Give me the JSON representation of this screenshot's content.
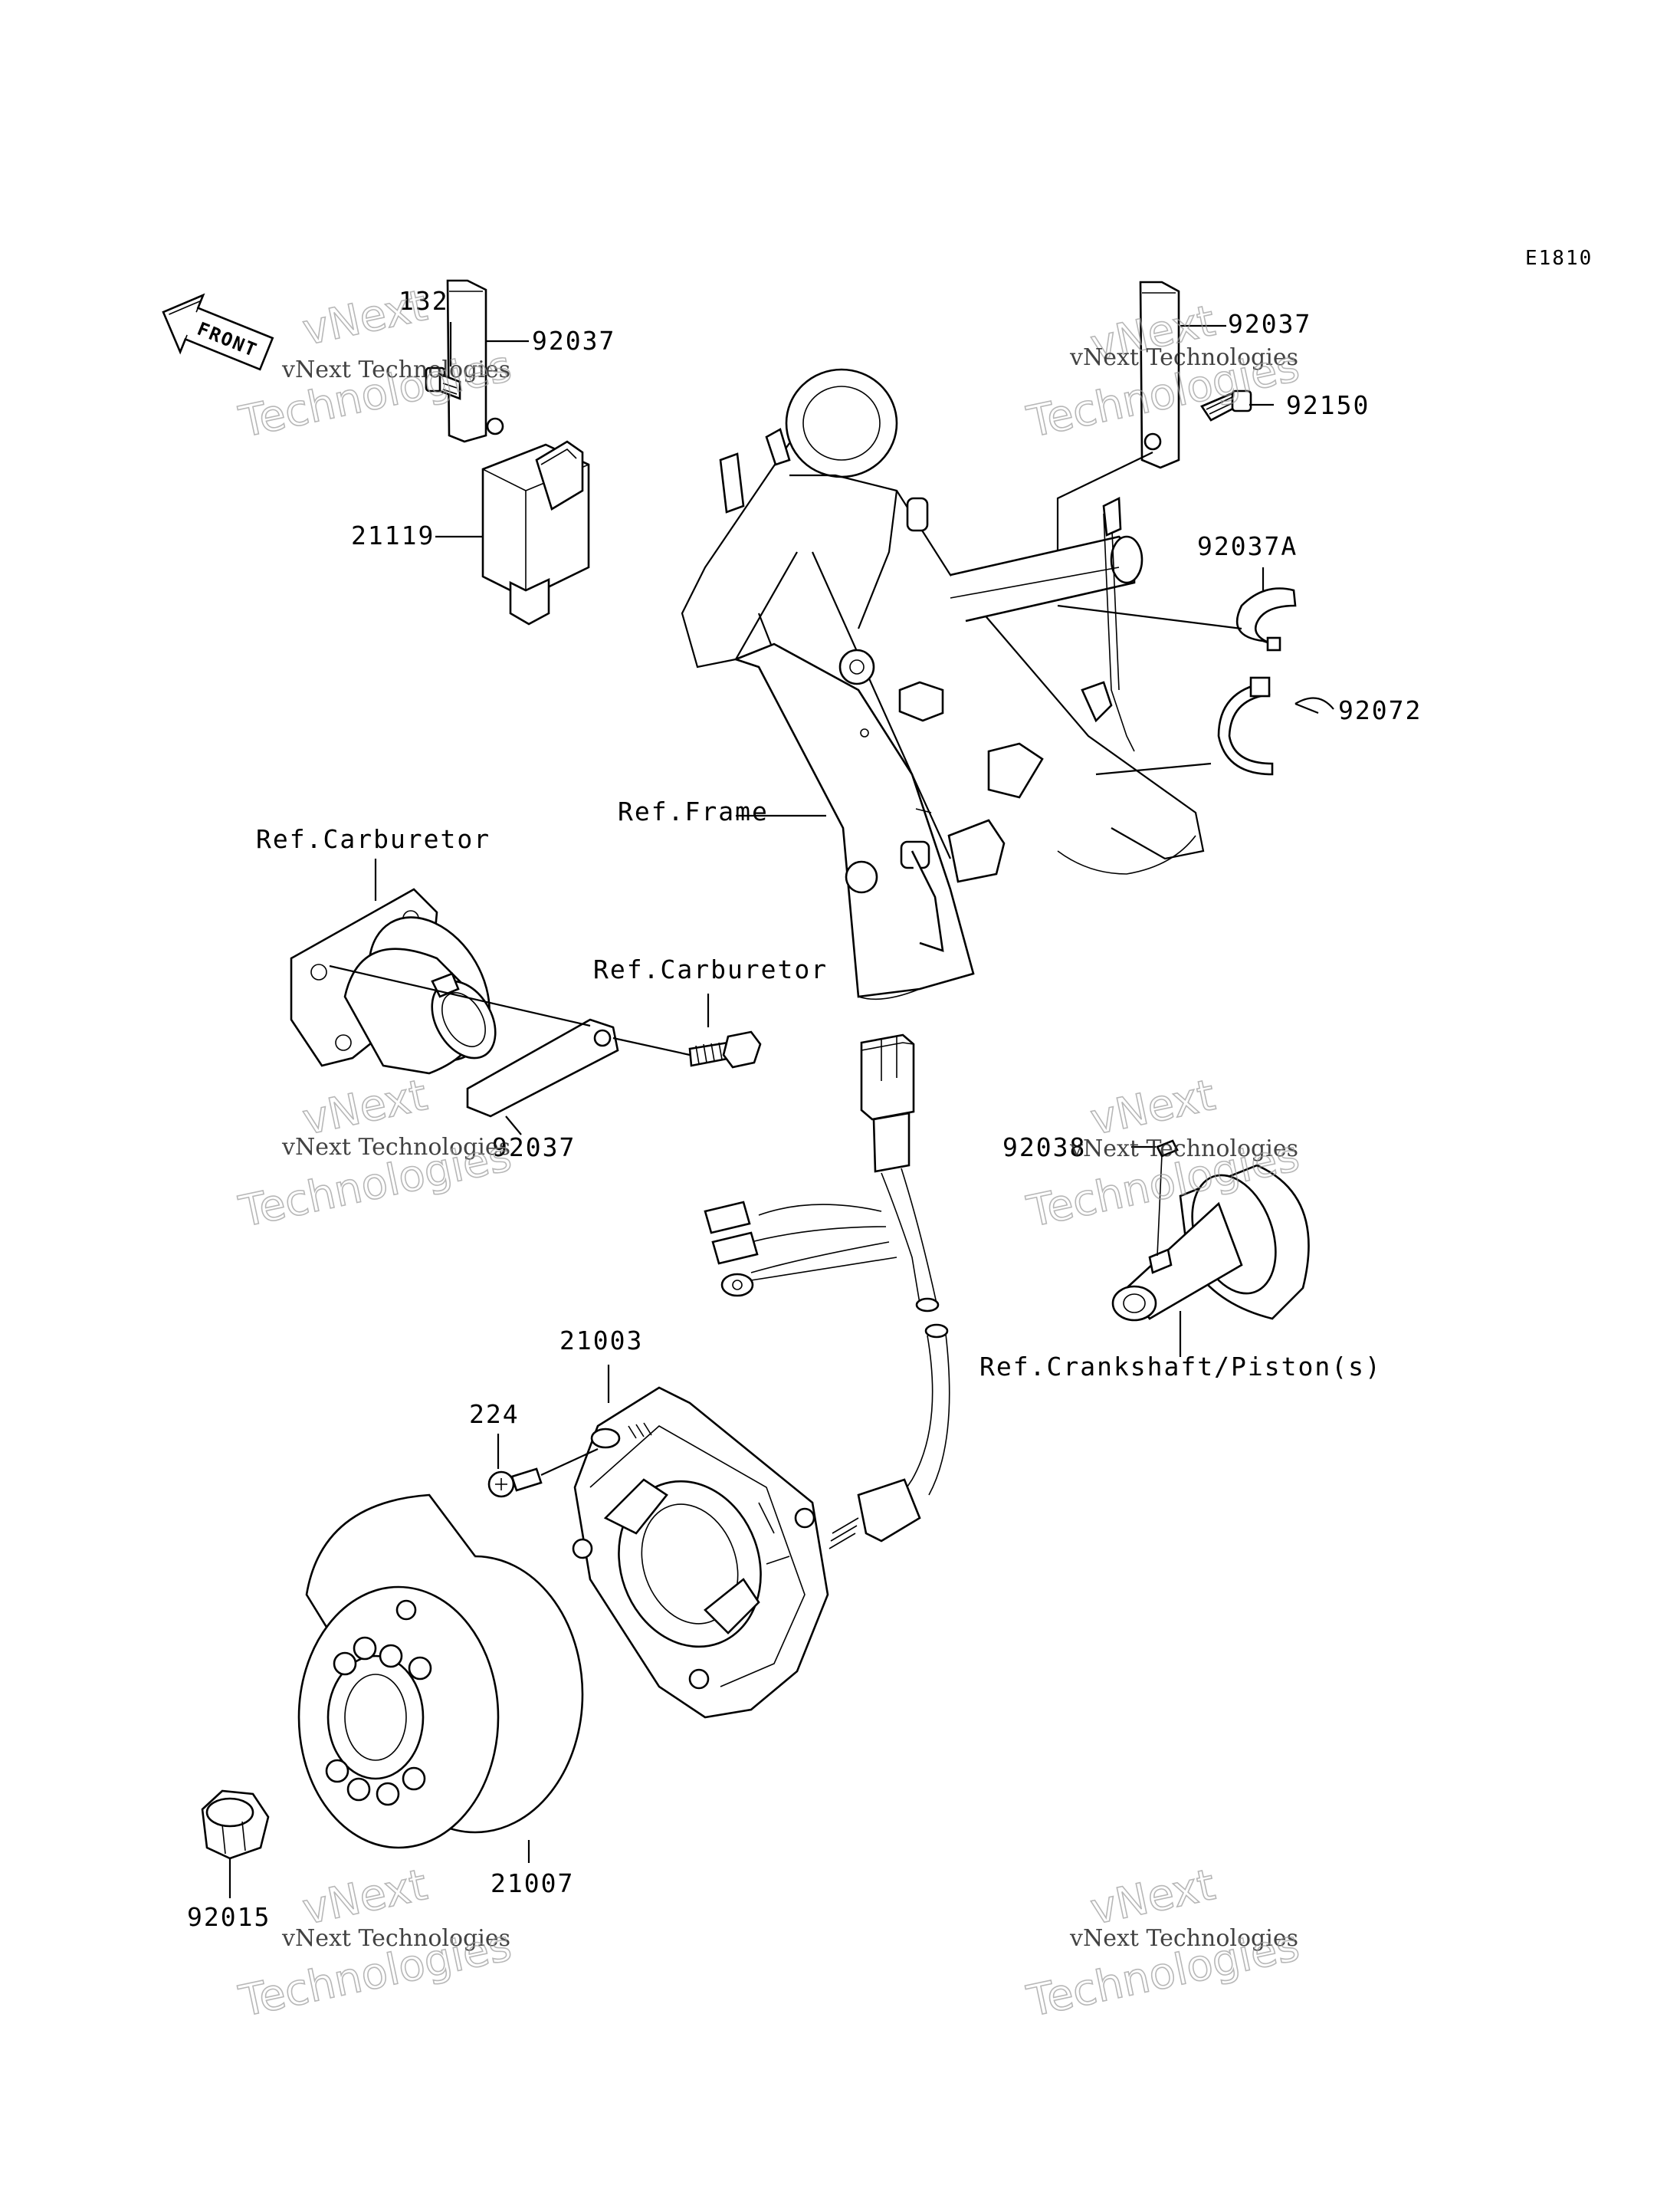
{
  "diagram_code": "E1810",
  "front_label": "FRONT",
  "part_labels": {
    "p132": "132",
    "p92037_top_left": "92037",
    "p21119": "21119",
    "p92037_top_right": "92037",
    "p92150": "92150",
    "p92037a": "92037A",
    "p92072": "92072",
    "ref_frame": "Ref.Frame",
    "ref_carb_left": "Ref.Carburetor",
    "ref_carb_bolt": "Ref.Carburetor",
    "p92037_mid": "92037",
    "p92038": "92038",
    "ref_crank": "Ref.Crankshaft/Piston(s)",
    "p21003": "21003",
    "p224": "224",
    "p21007": "21007",
    "p92015": "92015"
  },
  "watermark": {
    "brand": "vNext",
    "line1": "vNext Technologies",
    "line2": "Technologies"
  }
}
